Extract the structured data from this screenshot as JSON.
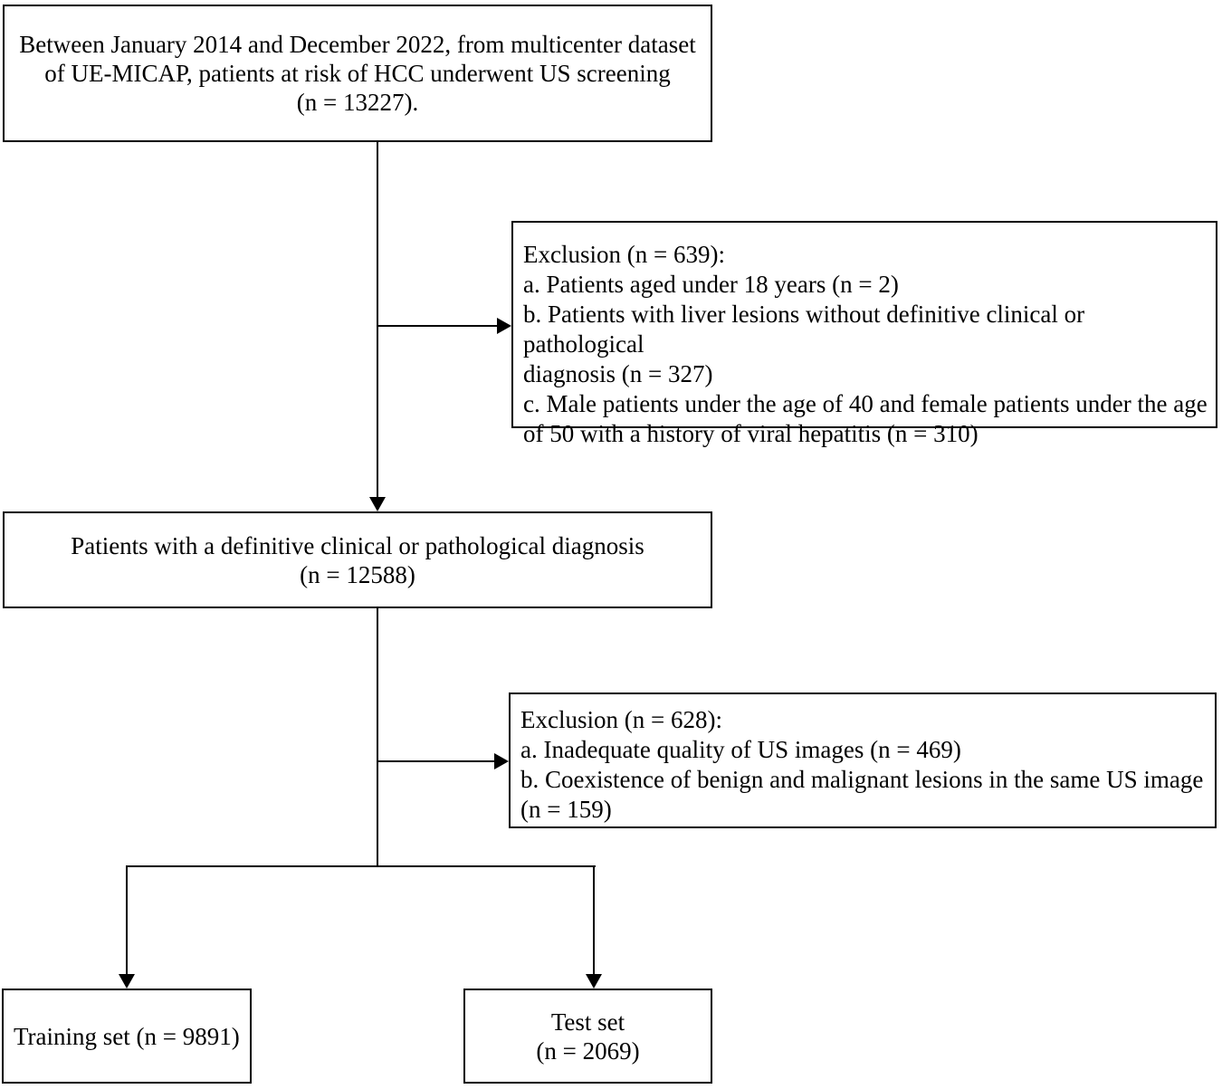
{
  "colors": {
    "background": "#ffffff",
    "box_border": "#000000",
    "text": "#000000",
    "arrow": "#000000"
  },
  "flowchart": {
    "screening_box": {
      "lines": [
        "Between January 2014 and December 2022, from multicenter dataset",
        "of UE-MICAP, patients at risk of HCC underwent US screening",
        "(n = 13227)."
      ]
    },
    "exclusion_1_box": {
      "total": "639",
      "lines": [
        "Exclusion (n = 639):",
        "a. Patients aged under 18 years (n = 2)",
        "b. Patients with liver lesions without definitive clinical or pathological",
        "diagnosis (n = 327)",
        "c. Male patients under the age of 40 and female patients under the age",
        "of 50 with a history of viral hepatitis (n = 310)"
      ]
    },
    "diagnosis_box": {
      "lines": [
        "Patients with a definitive clinical or pathological diagnosis",
        "(n = 12588)"
      ]
    },
    "exclusion_2_box": {
      "total": "628",
      "lines": [
        "Exclusion (n = 628):",
        "a. Inadequate quality of US images (n = 469)",
        "b. Coexistence of benign and malignant lesions in the same US image",
        "(n = 159)"
      ]
    },
    "training_box": {
      "lines": [
        "Training set (n = 9891)"
      ]
    },
    "test_box": {
      "lines": [
        "Test set",
        "(n = 2069)"
      ]
    }
  }
}
